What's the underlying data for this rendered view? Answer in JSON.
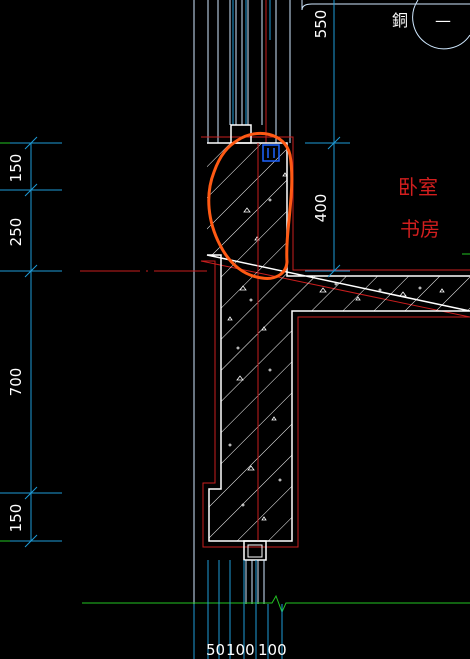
{
  "drawing": {
    "vertical_dims_left": [
      "150",
      "250",
      "700",
      "150"
    ],
    "vertical_dims_right": [
      "550",
      "400"
    ],
    "bottom_dims": [
      "50",
      "100",
      "100"
    ],
    "room_label_line1": "卧室",
    "room_label_line2": "书房",
    "top_right_label": "銅",
    "top_right_dash": "—"
  },
  "colors": {
    "background": "#000000",
    "dimension_line": "#1e9bd7",
    "wall_outline": "#ffffff",
    "red_outline": "#c81e1e",
    "hatch": "#ffffff",
    "highlight": "#ff5a14",
    "green_line": "#22c322",
    "room_text": "#d21e1e",
    "pipe_blue": "#1e64ff"
  }
}
